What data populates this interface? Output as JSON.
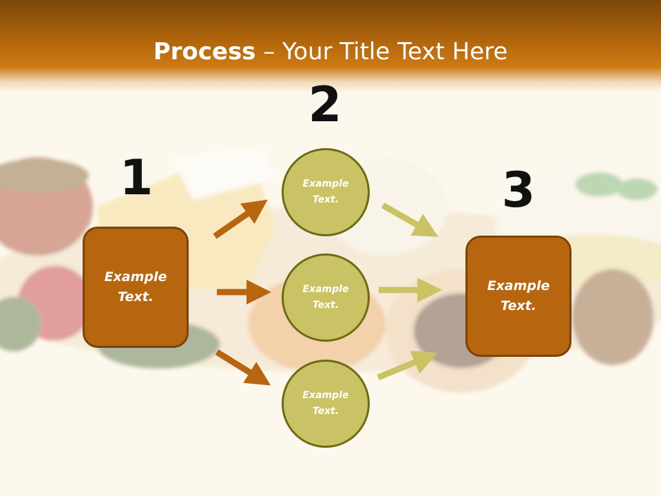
{
  "slide": {
    "title_bold": "Process",
    "title_rest": " – Your Title Text Here"
  },
  "steps": [
    {
      "number": "1",
      "box_text": "Example Text."
    },
    {
      "number": "2"
    },
    {
      "number": "3",
      "box_text": "Example Text."
    }
  ],
  "circles": [
    {
      "text": "Example Text."
    },
    {
      "text": "Example Text."
    },
    {
      "text": "Example Text."
    }
  ],
  "colors": {
    "header": "#b3660c",
    "box_fill": "#b7650f",
    "circle_fill": "#c9c366",
    "arrow_left": "#b7650f",
    "arrow_right": "#c9c366"
  }
}
